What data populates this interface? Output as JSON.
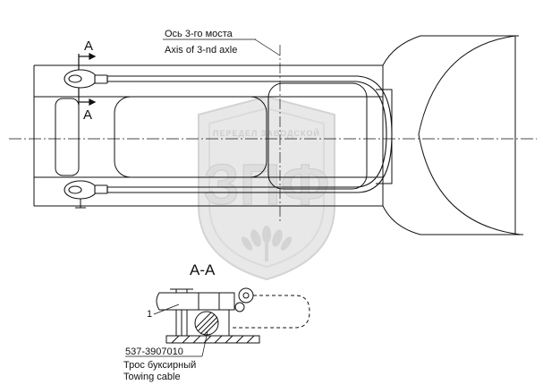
{
  "diagram": {
    "axis_label_ru": "Ось 3-го моста",
    "axis_label_en": "Axis of 3-nd axle",
    "section_mark_top": "A",
    "section_mark_bottom": "A",
    "section_title": "A-A",
    "callout_number": "1",
    "part_number": "537-3907010",
    "part_name_ru": "Трос буксирный",
    "part_name_en": "Towing cable",
    "watermark_text": "ЗПФ",
    "watermark_arc_text": "ПЕРЕДЕЛ ЗАВОДСКОЙ",
    "colors": {
      "line": "#111111",
      "watermark": "#d4d4d4"
    }
  }
}
